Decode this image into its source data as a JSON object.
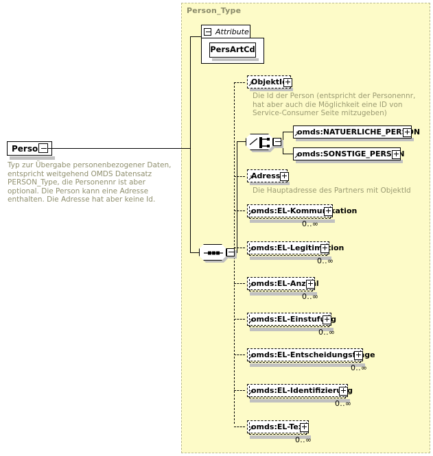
{
  "diagram": {
    "kind": "xsd-schema-diagram",
    "root": {
      "name": "Person",
      "control": "collapse",
      "description": "Typ zur Übergabe personenbezogener Daten, entspricht weitgehend OMDS Datensatz PERSON_Type, die Personennr ist aber optional. Die Person kann eine Adresse enthalten. Die Adresse hat aber keine Id."
    },
    "type_panel": {
      "title": "Person_Type",
      "attribute_group": {
        "label": "Attribute",
        "control": "collapse",
        "attributes": [
          {
            "name": "PersArtCd"
          }
        ]
      },
      "sequence_node": {
        "icon": "sequence-icon",
        "control": "collapse"
      },
      "children": [
        {
          "name": "ObjektId",
          "control": "expand",
          "optional": true,
          "repeating": false,
          "cardinality": "",
          "description": "Die Id der Person (entspricht der Personennr, hat aber auch die Möglichkeit eine ID von Service-Consumer Seite mitzugeben)"
        },
        {
          "name": "__choice__",
          "icon": "choice-icon",
          "control": "collapse",
          "options": [
            {
              "name": "omds:NATUERLICHE_PERSON",
              "control": "expand"
            },
            {
              "name": "omds:SONSTIGE_PERSON",
              "control": "expand"
            }
          ]
        },
        {
          "name": "Adresse",
          "control": "expand",
          "optional": true,
          "repeating": false,
          "cardinality": "",
          "description": "Die Hauptadresse des Partners mit ObjektId"
        },
        {
          "name": "omds:EL-Kommunikation",
          "control": "expand",
          "optional": true,
          "repeating": true,
          "cardinality": "0..∞",
          "description": ""
        },
        {
          "name": "omds:EL-Legitimation",
          "control": "expand",
          "optional": true,
          "repeating": true,
          "cardinality": "0..∞",
          "description": ""
        },
        {
          "name": "omds:EL-Anzahl",
          "control": "expand",
          "optional": true,
          "repeating": true,
          "cardinality": "0..∞",
          "description": ""
        },
        {
          "name": "omds:EL-Einstufung",
          "control": "expand",
          "optional": true,
          "repeating": true,
          "cardinality": "0..∞",
          "description": ""
        },
        {
          "name": "omds:EL-Entscheidungsfrage",
          "control": "expand",
          "optional": true,
          "repeating": true,
          "cardinality": "0..∞",
          "description": ""
        },
        {
          "name": "omds:EL-Identifizierung",
          "control": "expand",
          "optional": true,
          "repeating": true,
          "cardinality": "0..∞",
          "description": ""
        },
        {
          "name": "omds:EL-Text",
          "control": "expand",
          "optional": true,
          "repeating": true,
          "cardinality": "0..∞",
          "description": ""
        }
      ]
    },
    "colors": {
      "panel_background": "#fdfbc8",
      "panel_border": "#b9b98f",
      "panel_title": "#8a8a6a",
      "description_text": "#9a9a72",
      "node_border": "#000000",
      "node_background": "#ffffff",
      "shadow": "#c0c0c0"
    }
  }
}
